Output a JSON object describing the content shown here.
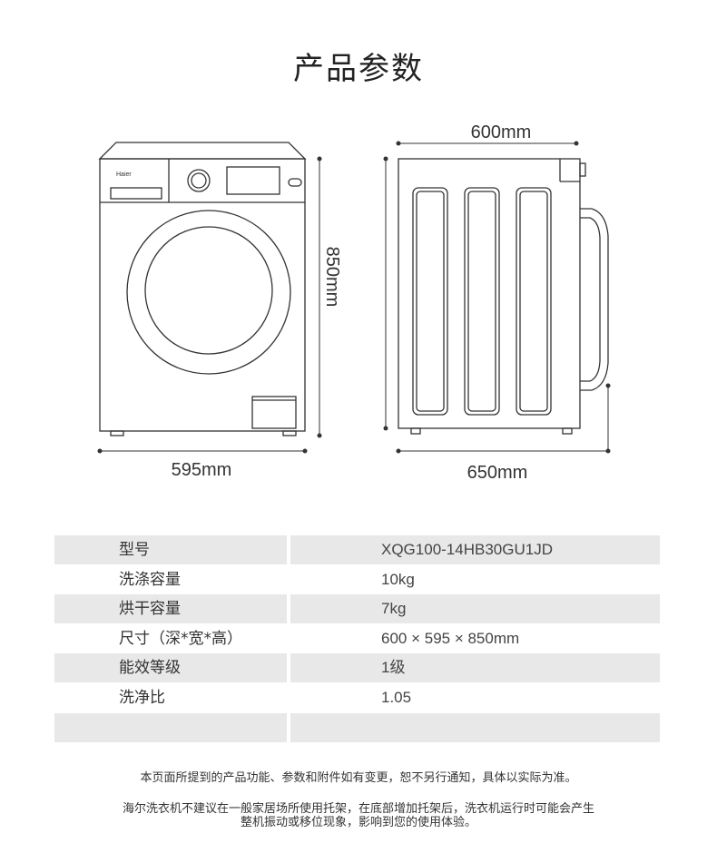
{
  "title": "产品参数",
  "dimensions": {
    "width": "595mm",
    "height": "850mm",
    "depth_top": "600mm",
    "depth_total": "650mm"
  },
  "brand_label": "Haier",
  "specs": [
    {
      "label": "型号",
      "value": "XQG100-14HB30GU1JD"
    },
    {
      "label": "洗涤容量",
      "value": "10kg"
    },
    {
      "label": "烘干容量",
      "value": "7kg"
    },
    {
      "label": "尺寸（深*宽*高）",
      "value": "600 × 595 × 850mm"
    },
    {
      "label": "能效等级",
      "value": "1级"
    },
    {
      "label": "洗净比",
      "value": "1.05"
    },
    {
      "label": "",
      "value": ""
    }
  ],
  "notes": {
    "line1": "本页面所提到的产品功能、参数和附件如有变更，恕不另行通知，具体以实际为准。",
    "line2a": "海尔洗衣机不建议在一般家居场所使用托架，在底部增加托架后，洗衣机运行时可能会产生",
    "line2b": "整机振动或移位现象，影响到您的使用体验。"
  }
}
